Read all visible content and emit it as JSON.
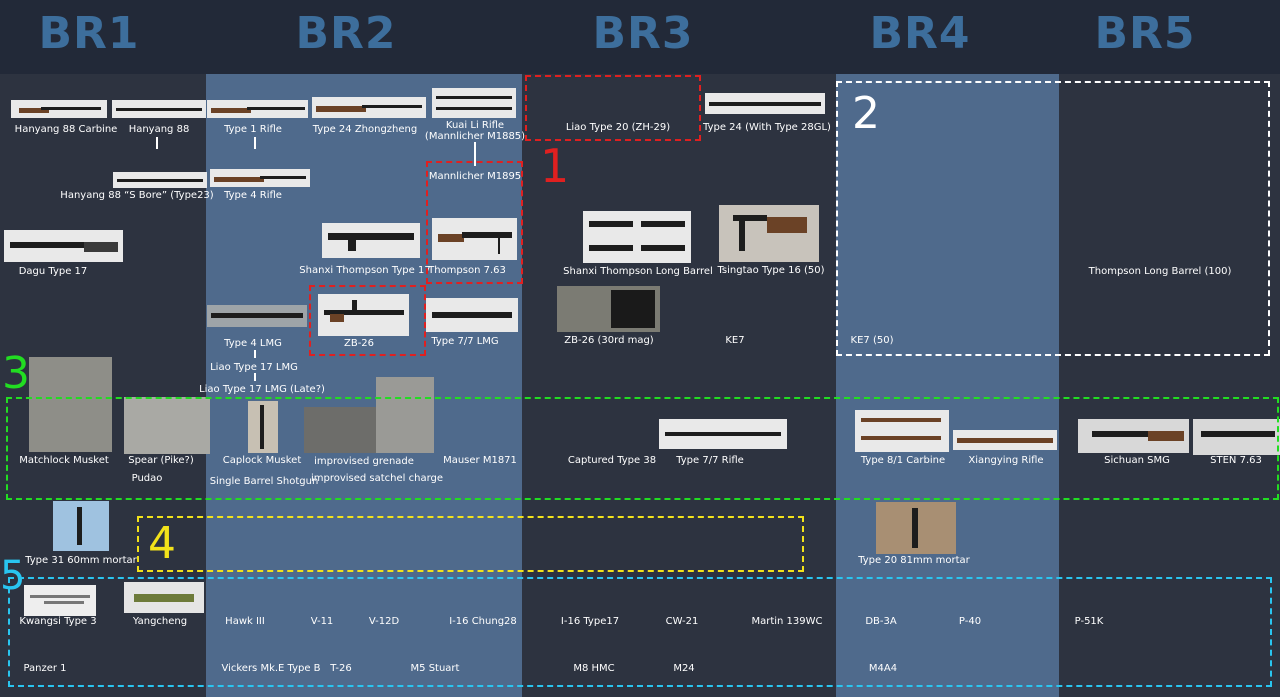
{
  "tiers": [
    "BR1",
    "BR2",
    "BR3",
    "BR4",
    "BR5"
  ],
  "colors": {
    "header_bg": "#222938",
    "dark_column": "#2d3340",
    "light_column": "#4f6a8c",
    "tier_text": "#3d6e9c",
    "group1": "#e02020",
    "group2": "#ffffff",
    "group3": "#22dd22",
    "group4": "#f2e21a",
    "group5": "#29c5f0"
  },
  "group_numbers": [
    "1",
    "2",
    "3",
    "4",
    "5"
  ],
  "items": {
    "hanyang88_carbine": "Hanyang 88 Carbine",
    "hanyang88": "Hanyang 88",
    "hanyang88_sbore": "Hanyang 88 “S Bore” (Type23)",
    "dagu17": "Dagu Type 17",
    "type1_rifle": "Type 1 Rifle",
    "type24_zhongzheng": "Type 24 Zhongzheng",
    "kuaili": "Kuai Li Rifle",
    "kuaili_sub": "(Mannlicher M1885)",
    "type4_rifle": "Type 4 Rifle",
    "mannlicher1895": "Mannlicher M1895",
    "shanxi_thompson17": "Shanxi Thompson Type 17",
    "thompson763": "Thompson 7.63",
    "type4_lmg": "Type 4 LMG",
    "liao17_lmg": "Liao Type 17 LMG",
    "liao17_lmg_late": "Liao Type 17 LMG (Late?)",
    "zb26": "ZB-26",
    "type77_lmg": "Type 7/7  LMG",
    "liao_type20": "Liao Type 20 (ZH-29)",
    "type24_28gl": "Type 24 (With Type 28GL)",
    "shanxi_thompson_long": "Shanxi Thompson Long Barrel",
    "tsingtao16": "Tsingtao Type 16 (50)",
    "zb26_30rd": "ZB-26 (30rd mag)",
    "ke7": "KE7",
    "ke7_50": "KE7 (50)",
    "thompson_long_100": "Thompson Long Barrel (100)",
    "matchlock": "Matchlock Musket",
    "spear": "Spear (Pike?)",
    "pudao": "Pudao",
    "caplock": "Caplock Musket",
    "single_barrel": "Single Barrel Shotgun",
    "impr_grenade": "improvised grenade",
    "impr_satchel": "improvised satchel charge",
    "mauser1871": "Mauser M1871",
    "captured38": "Captured Type 38",
    "type77_rifle": "Type 7/7 Rifle",
    "type81_carbine": "Type 8/1 Carbine",
    "xiangying": "Xiangying Rifle",
    "sichuan_smg": "Sichuan SMG",
    "sten763": "STEN 7.63",
    "type31_mortar": "Type 31 60mm mortar",
    "type20_mortar": "Type 20 81mm mortar",
    "kwangsi3": "Kwangsi Type 3",
    "yangcheng": "Yangcheng",
    "hawk3": "Hawk III",
    "v11": "V-11",
    "v12d": "V-12D",
    "i16_chung28": "I-16 Chung28",
    "i16_type17": "I-16 Type17",
    "cw21": "CW-21",
    "martin139": "Martin 139WC",
    "db3a": "DB-3A",
    "p40": "P-40",
    "p51k": "P-51K",
    "panzer1": "Panzer 1",
    "vickers": "Vickers Mk.E Type B",
    "t26": "T-26",
    "m5stuart": "M5 Stuart",
    "m8hmc": "M8 HMC",
    "m24": "M24",
    "m4a4": "M4A4"
  }
}
